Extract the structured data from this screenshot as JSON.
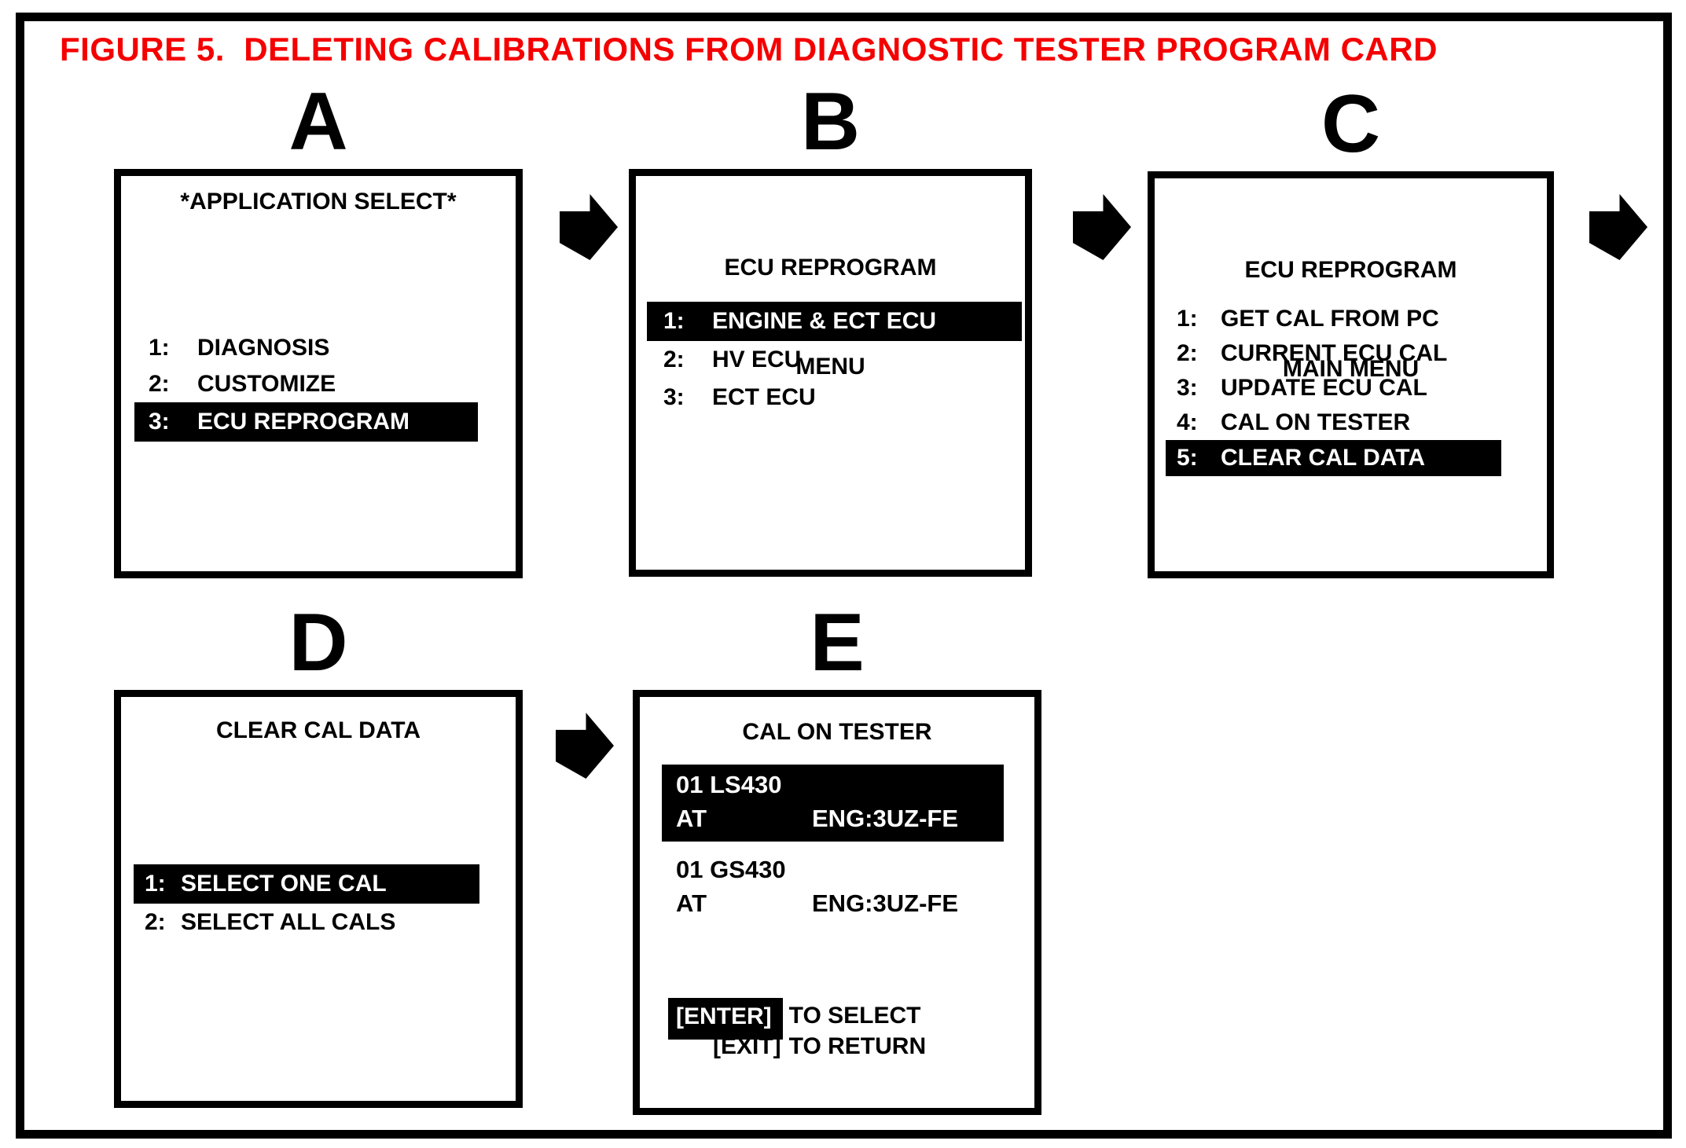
{
  "figure_title": "FIGURE 5.  DELETING CALIBRATIONS FROM DIAGNOSTIC TESTER PROGRAM CARD",
  "colors": {
    "title_red": "#f50000",
    "highlight_bg": "#000000",
    "highlight_fg": "#ffffff"
  },
  "icons": {
    "flow_arrow": "block-arrow-right"
  },
  "screens": {
    "a": {
      "label": "A",
      "title": "*APPLICATION SELECT*",
      "items": [
        {
          "num": "1:",
          "text": "DIAGNOSIS",
          "highlighted": false
        },
        {
          "num": "2:",
          "text": "CUSTOMIZE",
          "highlighted": false
        },
        {
          "num": "3:",
          "text": "ECU REPROGRAM",
          "highlighted": true
        }
      ]
    },
    "b": {
      "label": "B",
      "title_line1": "ECU REPROGRAM",
      "title_line2": "MENU",
      "items": [
        {
          "num": "1:",
          "text": "ENGINE & ECT ECU",
          "highlighted": true
        },
        {
          "num": "2:",
          "text": "HV ECU",
          "highlighted": false
        },
        {
          "num": "3:",
          "text": "ECT ECU",
          "highlighted": false
        }
      ]
    },
    "c": {
      "label": "C",
      "title_line1": "ECU REPROGRAM",
      "title_line2": "MAIN MENU",
      "items": [
        {
          "num": "1:",
          "text": "GET CAL FROM PC",
          "highlighted": false
        },
        {
          "num": "2:",
          "text": "CURRENT ECU CAL",
          "highlighted": false
        },
        {
          "num": "3:",
          "text": "UPDATE ECU CAL",
          "highlighted": false
        },
        {
          "num": "4:",
          "text": "CAL ON TESTER",
          "highlighted": false
        },
        {
          "num": "5:",
          "text": "CLEAR CAL DATA",
          "highlighted": true
        }
      ]
    },
    "d": {
      "label": "D",
      "title": "CLEAR CAL DATA",
      "items": [
        {
          "num": "1:",
          "text": "SELECT ONE CAL",
          "highlighted": true
        },
        {
          "num": "2:",
          "text": "SELECT ALL CALS",
          "highlighted": false
        }
      ]
    },
    "e": {
      "label": "E",
      "title": "CAL ON TESTER",
      "entries": [
        {
          "model": "01 LS430",
          "trans": "AT",
          "engine": "ENG:3UZ-FE",
          "highlighted": true
        },
        {
          "model": "01 GS430",
          "trans": "AT",
          "engine": "ENG:3UZ-FE",
          "highlighted": false
        }
      ],
      "footer": {
        "key_enter": "[ENTER]",
        "enter_action": "TO SELECT",
        "key_exit": "[EXIT]",
        "exit_action": "TO RETURN"
      }
    }
  }
}
